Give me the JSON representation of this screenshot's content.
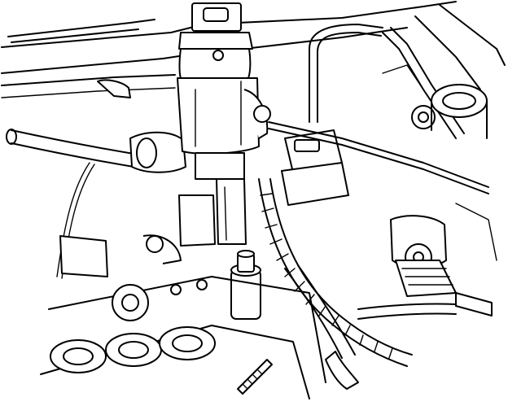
{
  "illustration": {
    "style": "black line art on white",
    "stroke_color": "#000000",
    "background_color": "#ffffff",
    "parts": [
      "hood-edge",
      "wiper-arm",
      "vacuum-hose",
      "dipstick-tube",
      "throttle-body-assembly",
      "air-intake-connector",
      "corrugated-wiring-conduit",
      "brake-fluid-reservoir",
      "fuel-lines",
      "idle-air-control-valve",
      "pcv-valve",
      "fuel-rail-bracket",
      "intake-ports",
      "mounting-stud",
      "strut-tower",
      "wiring-harness"
    ]
  }
}
